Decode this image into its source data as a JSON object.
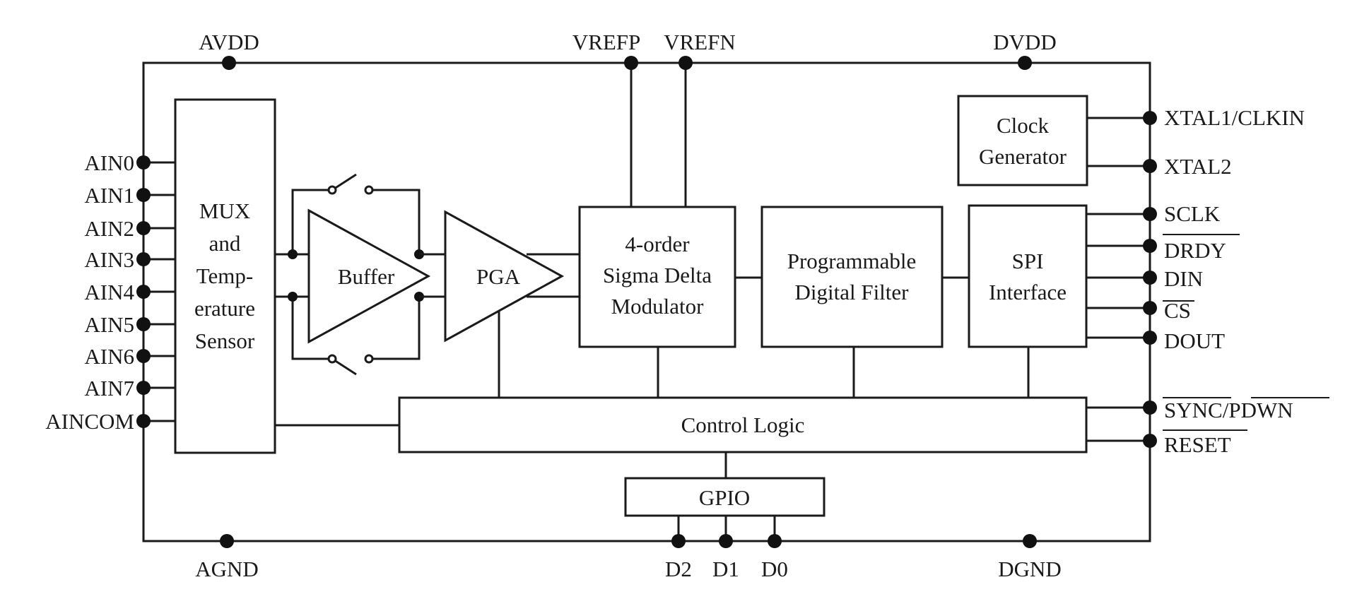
{
  "supply_pins": {
    "avdd": "AVDD",
    "vrefp": "VREFP",
    "vrefn": "VREFN",
    "dvdd": "DVDD",
    "agnd": "AGND",
    "dgnd": "DGND"
  },
  "analog_inputs": [
    "AIN0",
    "AIN1",
    "AIN2",
    "AIN3",
    "AIN4",
    "AIN5",
    "AIN6",
    "AIN7",
    "AINCOM"
  ],
  "right_pins": {
    "xtal1": "XTAL1/CLKIN",
    "xtal2": "XTAL2",
    "sclk": "SCLK",
    "drdy": "DRDY",
    "din": "DIN",
    "cs": "CS",
    "dout": "DOUT",
    "sync": "SYNC",
    "slash": "/",
    "pdwn": "PDWN",
    "reset": "RESET"
  },
  "gpio_pins": [
    "D2",
    "D1",
    "D0"
  ],
  "blocks": {
    "mux": [
      "MUX",
      "and",
      "Temp-",
      "erature",
      "Sensor"
    ],
    "buffer": "Buffer",
    "pga": "PGA",
    "modulator": [
      "4-order",
      "Sigma Delta",
      "Modulator"
    ],
    "filter": [
      "Programmable",
      "Digital Filter"
    ],
    "spi": [
      "SPI",
      "Interface"
    ],
    "clock": [
      "Clock",
      "Generator"
    ],
    "control": "Control Logic",
    "gpio": "GPIO"
  },
  "colors": {
    "line": "#1a1a1a",
    "background": "#ffffff"
  }
}
